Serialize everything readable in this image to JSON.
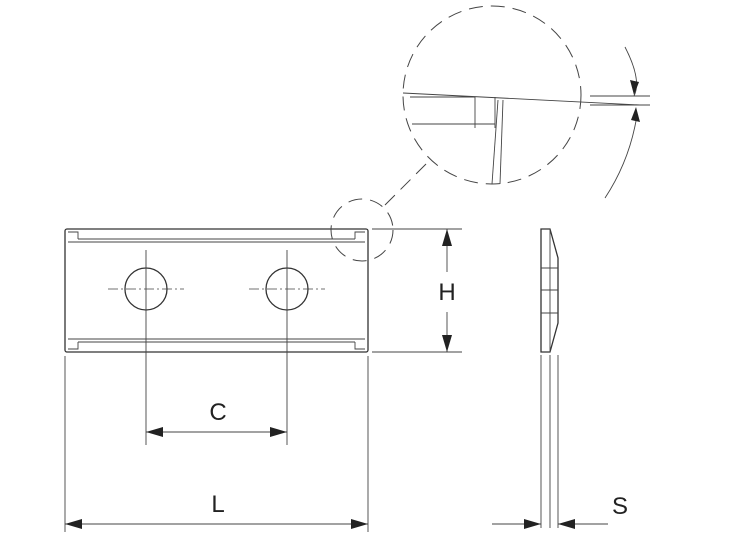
{
  "drawing": {
    "dimensions": {
      "length": "L",
      "height": "H",
      "hole_spacing": "C",
      "thickness": "S"
    },
    "line_color": "#333333"
  }
}
